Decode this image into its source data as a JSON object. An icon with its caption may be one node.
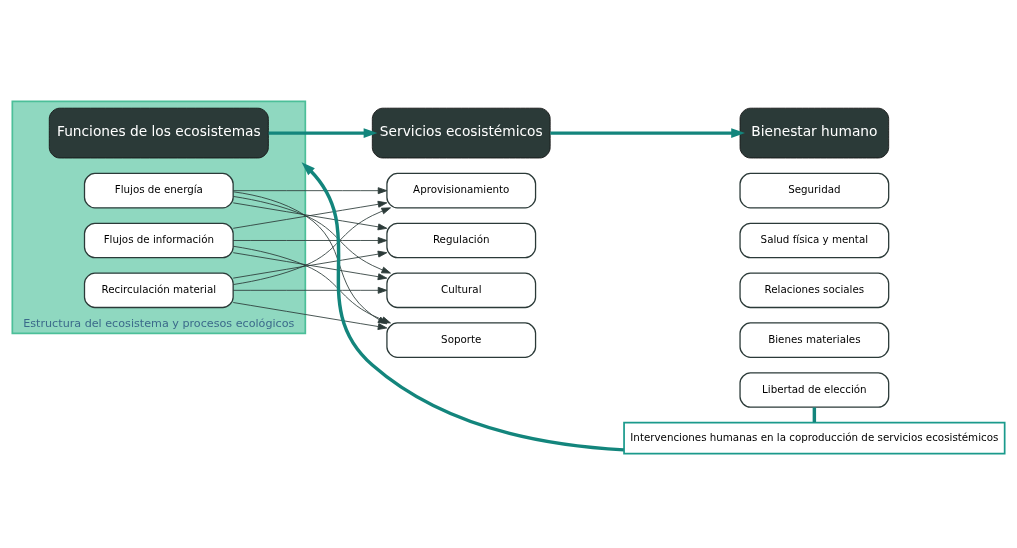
{
  "diagram": {
    "nodes": [
      {
        "text": [
          "Estructura del ecosistema y procesos ecológicos"
        ]
      },
      {
        "text": [
          "Funciones de los ecosistemas"
        ],
        "in": 0
      },
      {
        "text": [
          "Recirculación material"
        ],
        "in": 0
      },
      {
        "text": [
          "Flujos de energía"
        ],
        "in": 0
      },
      {
        "text": [
          "Flujos de información"
        ],
        "in": 0
      },
      {
        "text": [
          "Servicios ecosistémicos"
        ]
      },
      {
        "text": [
          "Aprovisionamiento"
        ]
      },
      {
        "text": [
          "Regulación"
        ]
      },
      {
        "text": [
          "Cultural"
        ]
      },
      {
        "text": [
          "Soporte"
        ]
      },
      {
        "text": [
          "Bienestar humano"
        ]
      },
      {
        "text": [
          "Seguridad"
        ]
      },
      {
        "text": [
          "Salud física y mental"
        ]
      },
      {
        "text": [
          "Relaciones sociales"
        ]
      },
      {
        "text": [
          "Bienes materiales"
        ]
      },
      {
        "text": [
          "Libertad de elección"
        ]
      },
      {
        "text": [
          "Intervenciones humanas en la coproducción de servicios ecosistémicos"
        ]
      }
    ],
    "edges": [
      {
        "from": 1,
        "to": 5,
        "arrow": "to",
        "style": "thick",
        "color": "#13857c"
      },
      {
        "from": 5,
        "to": 10,
        "arrow": "to",
        "style": "thick",
        "color": "#13857c"
      },
      {
        "from": 2,
        "to": 6,
        "arrow": "to"
      },
      {
        "from": 2,
        "to": 7,
        "arrow": "to"
      },
      {
        "from": 2,
        "to": 8,
        "arrow": "to"
      },
      {
        "from": 2,
        "to": 9,
        "arrow": "to"
      },
      {
        "from": 3,
        "to": 6,
        "arrow": "to"
      },
      {
        "from": 3,
        "to": 7,
        "arrow": "to"
      },
      {
        "from": 3,
        "to": 8,
        "arrow": "to"
      },
      {
        "from": 3,
        "to": 9,
        "arrow": "to"
      },
      {
        "from": 4,
        "to": 6,
        "arrow": "to"
      },
      {
        "from": 4,
        "to": 7,
        "arrow": "to"
      },
      {
        "from": 4,
        "to": 8,
        "arrow": "to"
      },
      {
        "from": 4,
        "to": 9,
        "arrow": "to"
      },
      {
        "from": 15,
        "to": 16,
        "arrow": "none",
        "style": "thick",
        "color": "#13857c"
      },
      {
        "from": 16,
        "to": 0,
        "arrow": "to",
        "style": "thick",
        "color": "#13857c"
      }
    ]
  }
}
